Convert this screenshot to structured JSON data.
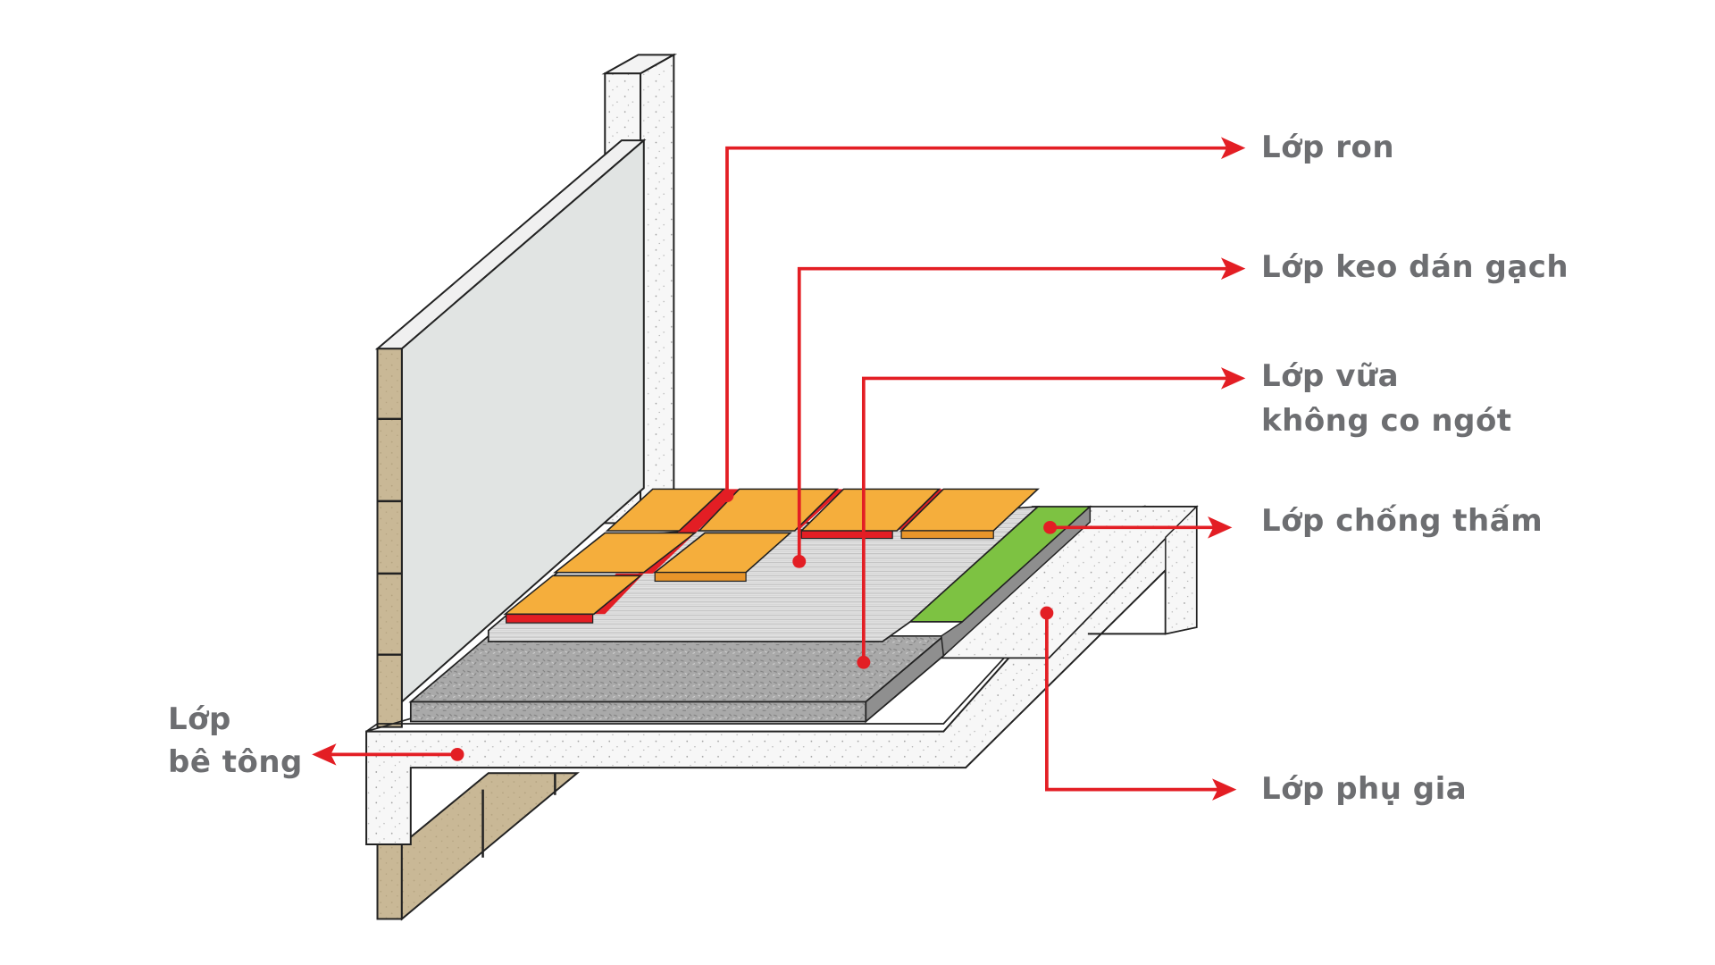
{
  "title": "Cấu tạo các lớp sàn lát gạch",
  "colors": {
    "label_text": "#6d6e71",
    "callout_red": "#e31e24",
    "tile": "#f5ae3c",
    "grout": "#e31e24",
    "waterproof": "#7dc242",
    "mortar": "#a9a9a9",
    "concrete": "#f7f7f7",
    "wall_panel": "#e1e4e3",
    "brick": "#c9b896"
  },
  "labels": {
    "grout_layer": "Lớp ron",
    "tile_adhesive_layer": "Lớp keo dán gạch",
    "mortar_layer_line1": "Lớp vữa",
    "mortar_layer_line2": "không co ngót",
    "waterproof_layer": "Lớp chống thấm",
    "admixture_layer": "Lớp phụ gia",
    "concrete_layer_line1": "Lớp",
    "concrete_layer_line2": "bê tông"
  }
}
